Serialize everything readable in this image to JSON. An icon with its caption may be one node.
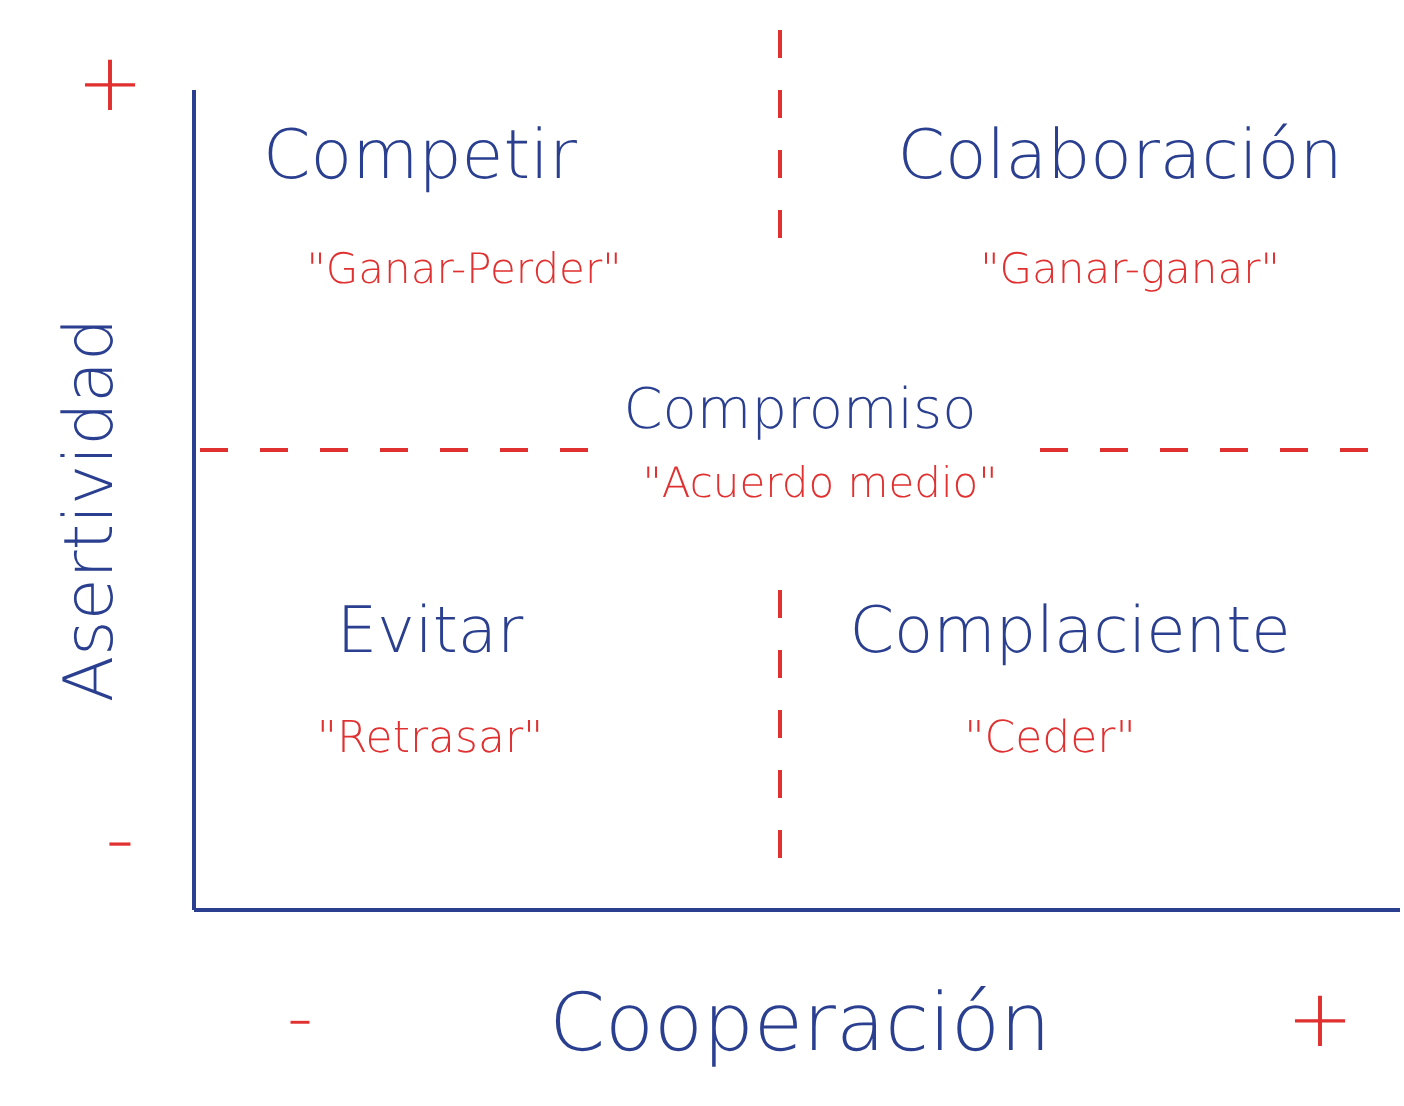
{
  "diagram": {
    "labels": [
      "+",
      "Competir",
      "Colaboración",
      "\"Ganar-Perder\"",
      "\"Ganar-ganar\"",
      "Compromiso",
      "\"Acuerdo medio\"",
      "Evitar",
      "Complaciente",
      "\"Retrasar\"",
      "\"Ceder\"",
      "-",
      "Asertividad",
      "-",
      "Cooperación",
      "+"
    ]
  }
}
